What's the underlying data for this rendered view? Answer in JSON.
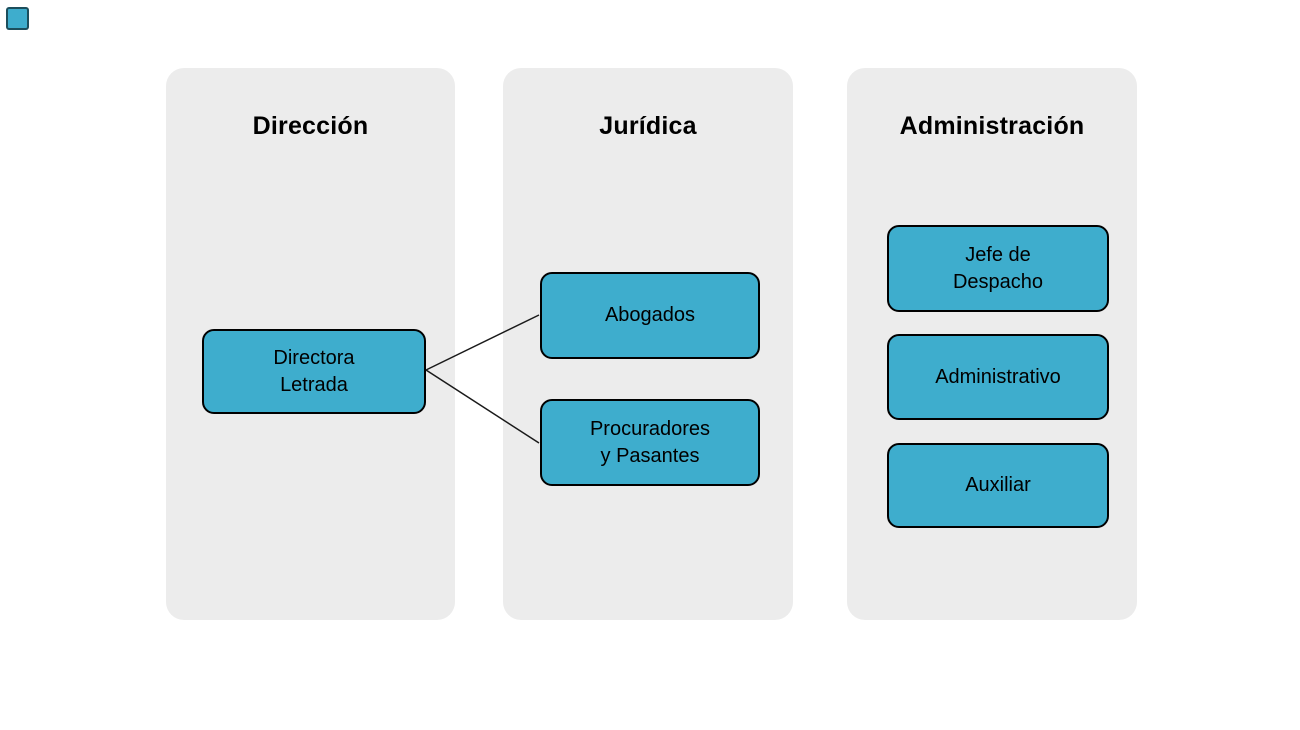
{
  "colors": {
    "page_background": "#ffffff",
    "panel_background": "#ececec",
    "node_fill": "#3eadcd",
    "node_border": "#000000",
    "connector": "#1a1a1a",
    "text": "#000000"
  },
  "swatch": {
    "color": "#3eadcd"
  },
  "columns": [
    {
      "id": "direccion",
      "title": "Dirección",
      "nodes": [
        {
          "id": "directora-letrada",
          "label": "Directora\nLetrada"
        }
      ]
    },
    {
      "id": "juridica",
      "title": "Jurídica",
      "nodes": [
        {
          "id": "abogados",
          "label": "Abogados"
        },
        {
          "id": "procuradores-pasantes",
          "label": "Procuradores\ny Pasantes"
        }
      ]
    },
    {
      "id": "administracion",
      "title": "Administración",
      "nodes": [
        {
          "id": "jefe-despacho",
          "label": "Jefe de\nDespacho"
        },
        {
          "id": "administrativo",
          "label": "Administrativo"
        },
        {
          "id": "auxiliar",
          "label": "Auxiliar"
        }
      ]
    }
  ],
  "connections": [
    {
      "from": "directora-letrada",
      "to": "abogados"
    },
    {
      "from": "directora-letrada",
      "to": "procuradores-pasantes"
    }
  ]
}
